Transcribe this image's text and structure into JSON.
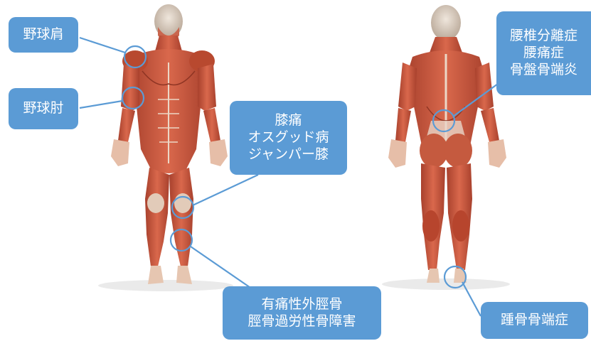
{
  "colors": {
    "label_bg": "#5b9bd5",
    "label_text": "#ffffff",
    "callout_line": "#5b9bd5",
    "muscle": "#c8573e",
    "tendon": "#ecd7c6",
    "skin_base": "#e9c7b1"
  },
  "labels": {
    "baseball_shoulder": [
      "野球肩"
    ],
    "baseball_elbow": [
      "野球肘"
    ],
    "knee_group": [
      "膝痛",
      "オスグッド病",
      "ジャンパー膝"
    ],
    "shin_group": [
      "有痛性外脛骨",
      "脛骨過労性骨障害"
    ],
    "lumbar_group": [
      "腰椎分離症",
      "腰痛症",
      "骨盤骨端炎"
    ],
    "heel_group": [
      "踵骨骨端症"
    ]
  },
  "figures": {
    "front": "front-muscle-figure",
    "back": "back-muscle-figure"
  }
}
